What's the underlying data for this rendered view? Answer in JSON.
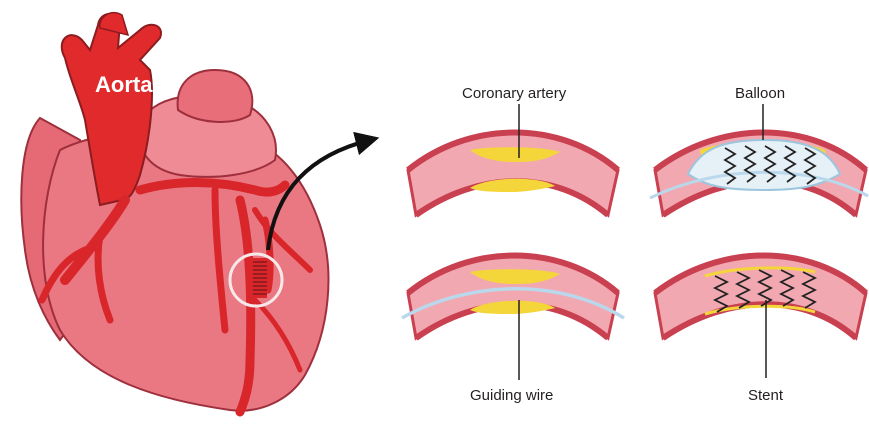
{
  "heart": {
    "label": "Aorta"
  },
  "panels": {
    "coronary_artery": {
      "label": "Coronary artery"
    },
    "guiding_wire": {
      "label": "Guiding wire"
    },
    "balloon": {
      "label": "Balloon"
    },
    "stent": {
      "label": "Stent"
    }
  },
  "colors": {
    "heart_body": "#e8707a",
    "heart_shadow": "#d45a66",
    "artery_red": "#e02a2c",
    "vessel_wall": "#c94050",
    "vessel_lumen": "#f2a8b0",
    "plaque": "#f5d63a",
    "wire": "#b9d8ec",
    "balloon": "#e6f0f7",
    "stent": "#222222",
    "label_text": "#231f20"
  }
}
